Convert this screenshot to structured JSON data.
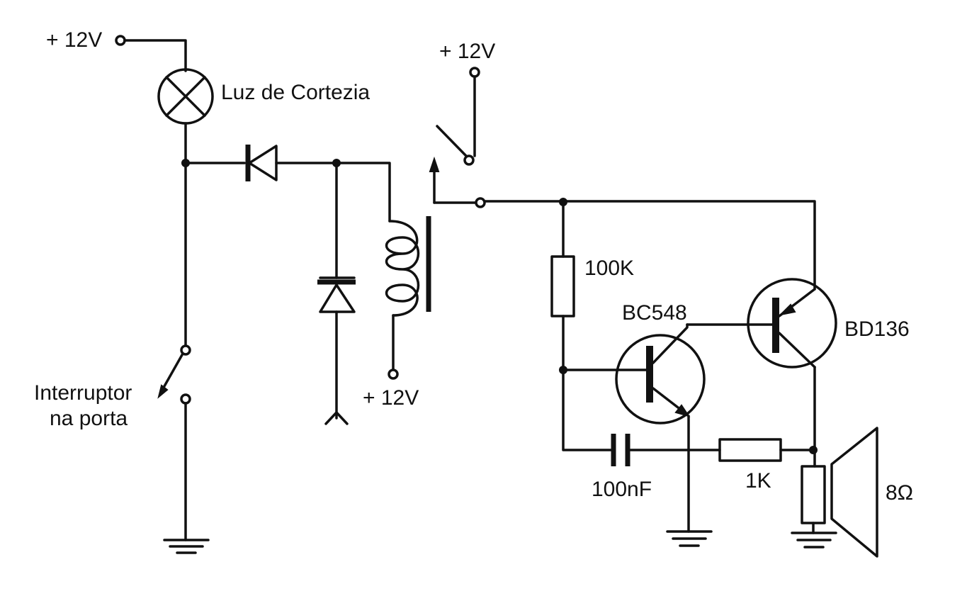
{
  "supply": {
    "lamp_supply": "+ 12V",
    "relay_contact_supply": "+ 12V",
    "relay_coil_supply": "+ 12V"
  },
  "components": {
    "lamp": "Luz de Cortezia",
    "door_switch": [
      "Interruptor",
      "na porta"
    ],
    "r_bias": "100K",
    "q1": "BC548",
    "q2": "BD136",
    "capacitor": "100nF",
    "r_feedback": "1K",
    "speaker": "8Ω"
  }
}
